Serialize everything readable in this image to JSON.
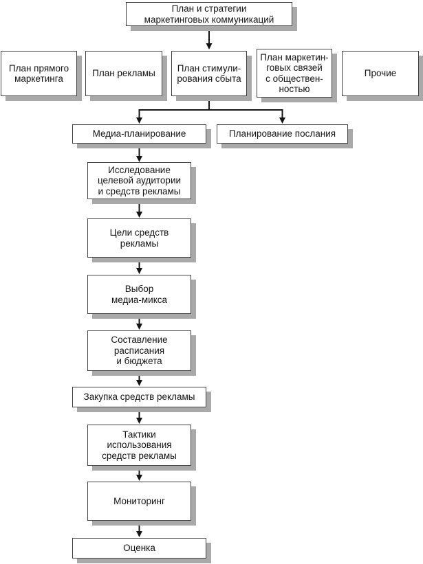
{
  "colors": {
    "box_background": "#ffffff",
    "box_border": "#404040",
    "box_shadow": "#a9a9a9",
    "connector": "#141414",
    "text": "#141414"
  },
  "root": {
    "label": "План и стратегии\nмаркетинговых коммуникаций"
  },
  "plans": [
    {
      "label": "План прямого\nмаркетинга"
    },
    {
      "label": "План рекламы"
    },
    {
      "label": "План стимули-\nрования сбыта"
    },
    {
      "label": "План маркетин-\nговых связей\nс обществен-\nностью"
    },
    {
      "label": "Прочие"
    }
  ],
  "branches": [
    {
      "label": "Медиа-планирование"
    },
    {
      "label": "Планирование послания"
    }
  ],
  "media_chain": [
    {
      "label": "Исследование\nцелевой аудитории\nи средств рекламы"
    },
    {
      "label": "Цели средств\nрекламы"
    },
    {
      "label": "Выбор\nмедиа-микса"
    },
    {
      "label": "Составление\nрасписания\nи бюджета"
    },
    {
      "label": "Закупка средств рекламы"
    },
    {
      "label": "Тактики\nиспользования\nсредств рекламы"
    },
    {
      "label": "Мониторинг"
    },
    {
      "label": "Оценка"
    }
  ]
}
